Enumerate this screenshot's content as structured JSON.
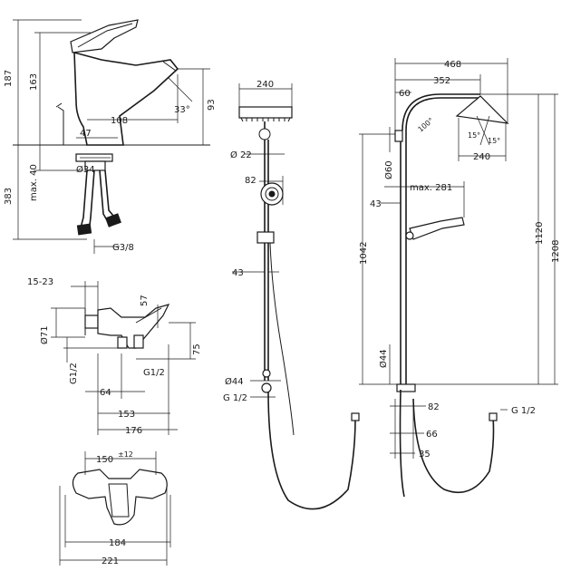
{
  "basin_mixer": {
    "dims": {
      "h_187": "187",
      "h_163": "163",
      "h_93": "93",
      "angle_33": "33°",
      "w_108": "108",
      "w_47": "47",
      "d_34": "Ø34",
      "max_40": "max. 40",
      "h_383": "383",
      "thread": "G3/8"
    }
  },
  "shower_mixer": {
    "dims": {
      "r_15_23": "15-23",
      "d_71": "Ø71",
      "h_57": "57",
      "h_75": "75",
      "g12_left": "G1/2",
      "g12_right": "G1/2",
      "w_64": "64",
      "w_153": "153",
      "w_176": "176"
    }
  },
  "front_view": {
    "dims": {
      "w_150": "150",
      "tol": "±12",
      "w_184": "184",
      "w_221": "221"
    }
  },
  "shower_rail_front": {
    "dims": {
      "w_240": "240",
      "d_22": "Ø 22",
      "w_82": "82",
      "w_43": "43",
      "d_44": "Ø44",
      "thread": "G 1/2"
    }
  },
  "shower_pipe_side": {
    "dims": {
      "w_468": "468",
      "w_352": "352",
      "w_60": "60",
      "angle_100": "100°",
      "angle_15a": "15°",
      "angle_15b": "15°",
      "w_240": "240",
      "d_60": "Ø60",
      "max_281": "max. 281",
      "w_43": "43",
      "h_1042": "1042",
      "h_1120": "1120",
      "h_1208": "1208",
      "d_44": "Ø44",
      "thread": "G 1/2",
      "w_82": "82",
      "w_66": "66",
      "w_35": "35"
    }
  }
}
